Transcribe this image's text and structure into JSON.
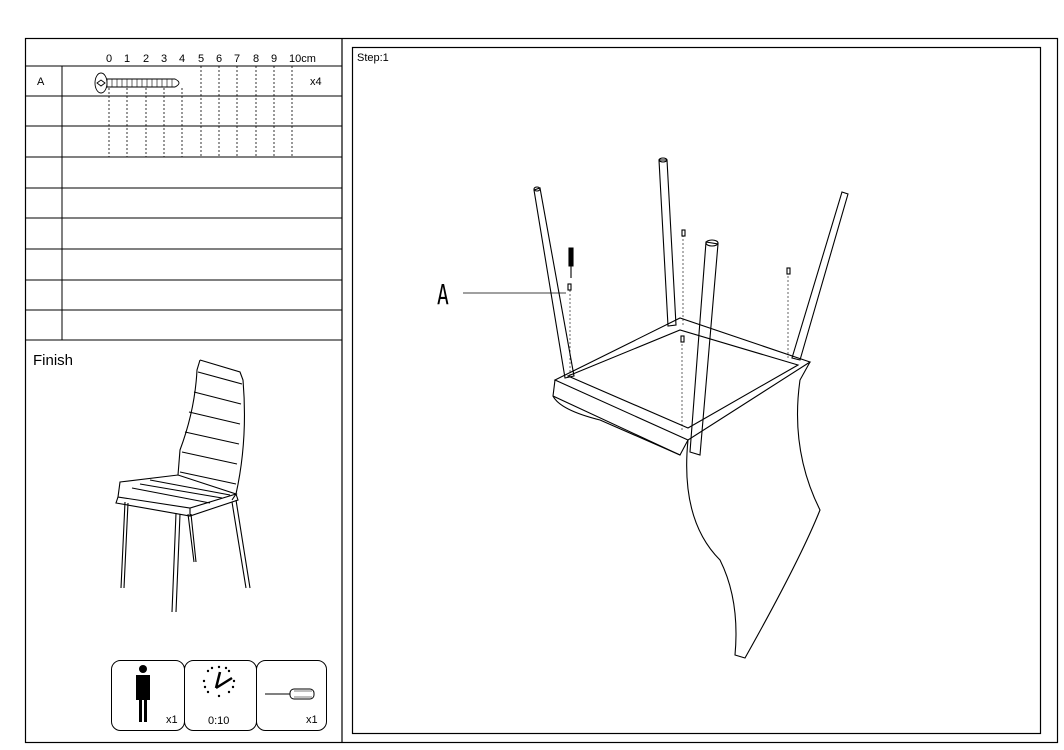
{
  "parts_table": {
    "scale_ticks": [
      "0",
      "1",
      "2",
      "3",
      "4",
      "5",
      "6",
      "7",
      "8",
      "9",
      "10cm"
    ],
    "rows": [
      {
        "label": "A",
        "part": "screw-icon",
        "qty": "x4"
      },
      {
        "label": "",
        "qty": ""
      },
      {
        "label": "",
        "qty": ""
      },
      {
        "label": "",
        "qty": ""
      },
      {
        "label": "",
        "qty": ""
      },
      {
        "label": "",
        "qty": ""
      },
      {
        "label": "",
        "qty": ""
      },
      {
        "label": "",
        "qty": ""
      },
      {
        "label": "",
        "qty": ""
      }
    ]
  },
  "finish": {
    "title": "Finish"
  },
  "requirements": {
    "persons": {
      "icon": "person-icon",
      "value": "x1"
    },
    "time": {
      "icon": "clock-icon",
      "value": "0:10"
    },
    "tools": {
      "icon": "screwdriver-icon",
      "value": "x1"
    }
  },
  "step": {
    "title": "Step:1",
    "callout": "A"
  }
}
